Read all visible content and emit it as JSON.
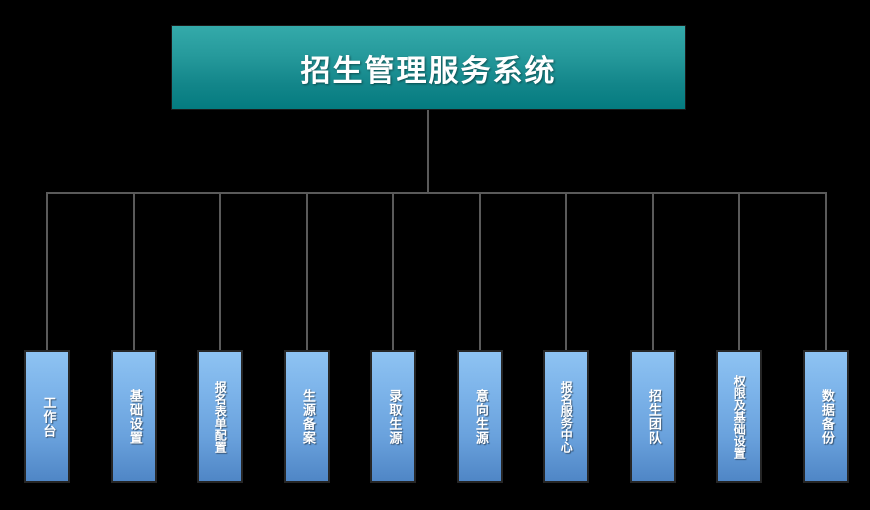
{
  "diagram": {
    "type": "organization-chart",
    "orientation": "top-down",
    "background_color": "#000000",
    "root": {
      "label": "招生管理服务系统",
      "fill_top": "#34aaaa",
      "fill_bottom": "#047b80",
      "text_color": "#ffffff"
    },
    "connector": {
      "color": "#5a5a5a",
      "style": "orthogonal-bus"
    },
    "children_style": {
      "fill_top": "#8ec3f2",
      "fill_bottom": "#4f86c6",
      "border_color": "#262626",
      "text_color": "#ffffff",
      "text_orientation": "vertical"
    },
    "children": [
      {
        "label": "工作台",
        "chars": 3
      },
      {
        "label": "基础设置",
        "chars": 4
      },
      {
        "label": "报名表单配置",
        "chars": 6
      },
      {
        "label": "生源备案",
        "chars": 4
      },
      {
        "label": "录取生源",
        "chars": 4
      },
      {
        "label": "意向生源",
        "chars": 4
      },
      {
        "label": "报名服务中心",
        "chars": 6
      },
      {
        "label": "招生团队",
        "chars": 4
      },
      {
        "label": "权限及基础设置",
        "chars": 7
      },
      {
        "label": "数据备份",
        "chars": 4
      }
    ]
  }
}
